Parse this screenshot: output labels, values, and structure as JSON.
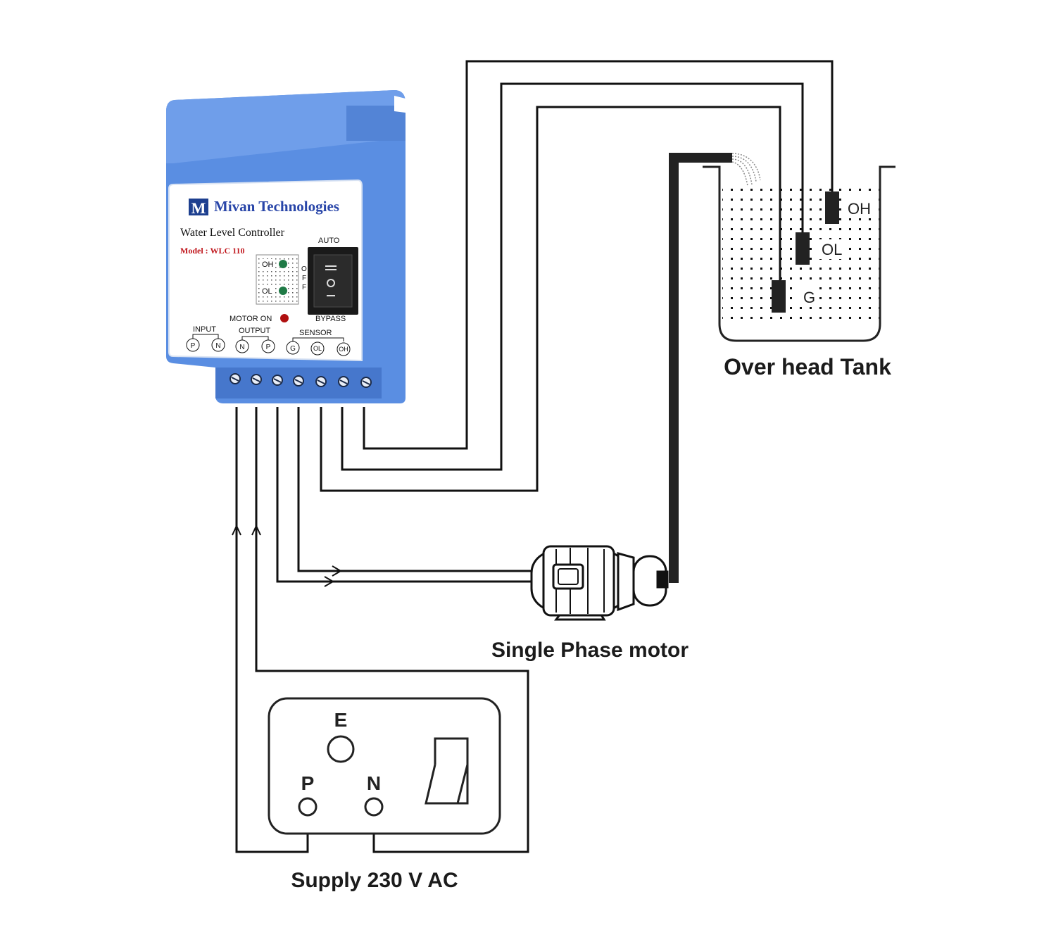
{
  "controller": {
    "brand": "Mivan Technologies",
    "logo_letter": "M",
    "product": "Water Level Controller",
    "model": "Model : WLC 110",
    "switch_top_label": "AUTO",
    "switch_bottom_label": "BYPASS",
    "off_label": [
      "O",
      "F",
      "F"
    ],
    "indicator_oh": "OH",
    "indicator_ol": "OL",
    "motor_on_label": "MOTOR ON",
    "group_input": "INPUT",
    "group_output": "OUTPUT",
    "group_sensor": "SENSOR",
    "terminals": [
      "P",
      "N",
      "N",
      "P",
      "G",
      "OL",
      "OH"
    ],
    "colors": {
      "body": "#5b8ee0",
      "panel": "#ffffff",
      "brand": "#2845a8",
      "model": "#c0161c",
      "led_green": "#1f7a46",
      "led_red": "#b01010"
    }
  },
  "tank": {
    "caption": "Over head Tank",
    "probes": [
      "OH",
      "OL",
      "G"
    ]
  },
  "motor": {
    "caption": "Single Phase motor"
  },
  "supply": {
    "caption": "Supply 230 V AC",
    "socket_labels": {
      "earth": "E",
      "phase": "P",
      "neutral": "N"
    }
  }
}
